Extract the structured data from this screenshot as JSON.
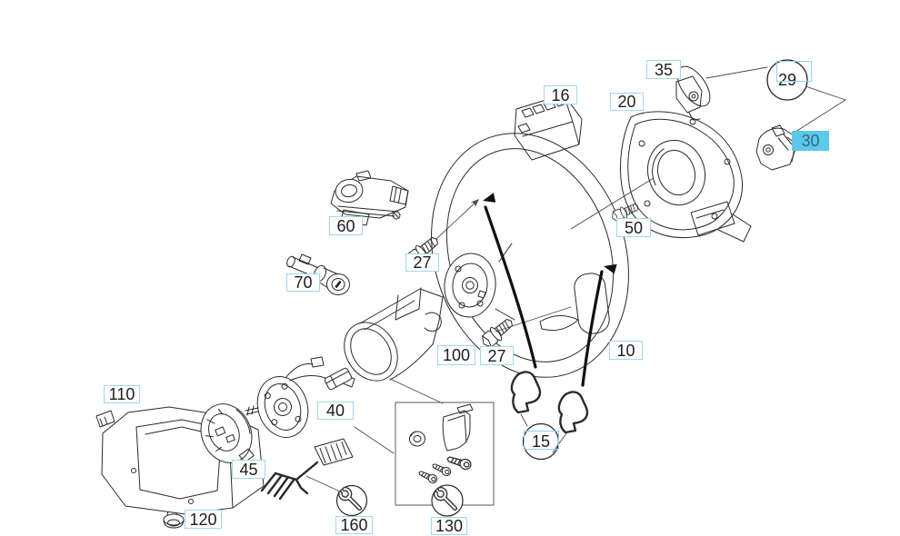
{
  "diagram": {
    "kind": "exploded-parts-diagram",
    "colors": {
      "line": "#2a2a2a",
      "callout_border": "#9fd8ee",
      "callout_bg": "#ffffff",
      "highlight_bg": "#5cc8ea",
      "highlight_text": "#33687e",
      "text": "#1d1d1d"
    },
    "callouts": [
      {
        "ref": "35",
        "text": "35",
        "style": "box",
        "part": "paddle-switch-left"
      },
      {
        "ref": "29",
        "text": "29",
        "style": "circle",
        "part": "switch-set"
      },
      {
        "ref": "30",
        "text": "30",
        "style": "highlight",
        "part": "paddle-switch-right",
        "selected": true
      },
      {
        "ref": "16",
        "text": "16",
        "style": "box",
        "part": "switch-block"
      },
      {
        "ref": "20",
        "text": "20",
        "style": "box",
        "part": "airbag-module"
      },
      {
        "ref": "60",
        "text": "60",
        "style": "box",
        "part": "ignition-starter-switch"
      },
      {
        "ref": "27",
        "text": "27",
        "style": "box",
        "part": "hex-bolt-upper"
      },
      {
        "ref": "50",
        "text": "50",
        "style": "box",
        "part": "fastening-screw"
      },
      {
        "ref": "70",
        "text": "70",
        "style": "box",
        "part": "lock-cylinder"
      },
      {
        "ref": "100",
        "text": "100",
        "style": "box",
        "part": "column-jacket-tube"
      },
      {
        "ref": "27",
        "text": "27",
        "style": "box",
        "part": "hex-bolt-lower"
      },
      {
        "ref": "10",
        "text": "10",
        "style": "box",
        "part": "steering-wheel"
      },
      {
        "ref": "110",
        "text": "110",
        "style": "box",
        "part": "column-shroud"
      },
      {
        "ref": "40",
        "text": "40",
        "style": "box",
        "part": "contact-plate"
      },
      {
        "ref": "45",
        "text": "45",
        "style": "box",
        "part": "slip-ring"
      },
      {
        "ref": "15",
        "text": "15",
        "style": "circle",
        "part": "trim-covers"
      },
      {
        "ref": "120",
        "text": "120",
        "style": "box",
        "part": "collar-bolt"
      },
      {
        "ref": "160",
        "text": "160",
        "style": "service-circle",
        "icon": "wrench-icon",
        "part": "wiring-harness"
      },
      {
        "ref": "130",
        "text": "130",
        "style": "service-circle",
        "icon": "wrench-icon",
        "part": "mounting-parts-kit"
      }
    ]
  }
}
